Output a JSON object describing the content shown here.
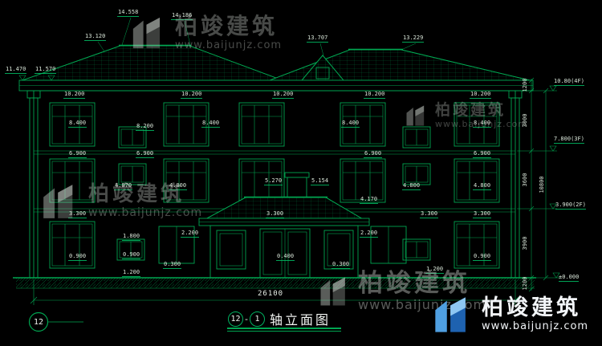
{
  "brand": {
    "name": "柏竣建筑",
    "url": "www.baijunjz.com"
  },
  "colors": {
    "line": "#00a651",
    "text": "#d9e6d9",
    "logo_blue": "#1e62b0"
  },
  "drawing": {
    "labels": [
      "14.558",
      "14.186",
      "13.120",
      "13.707",
      "13.229",
      "11.470",
      "11.570",
      "10.200",
      "10.200",
      "10.200",
      "10.200",
      "10.200",
      "8.400",
      "8.200",
      "8.400",
      "8.400",
      "8.400",
      "6.900",
      "6.900",
      "6.900",
      "6.900",
      "4.870",
      "4.800",
      "4.800",
      "4.800",
      "5.270",
      "5.154",
      "4.170",
      "3.300",
      "3.300",
      "3.300",
      "3.300",
      "2.200",
      "2.200",
      "1.800",
      "0.900",
      "0.900",
      "0.900",
      "1.200",
      "1.200",
      "0.400",
      "0.300",
      "0.300"
    ],
    "total_width": "26100",
    "levels": [
      "10.80(4F)",
      "7.800(3F)",
      "3.900(2F)",
      "±0.000"
    ],
    "vchain": [
      "1200",
      "3000",
      "3600",
      "3900",
      "1200"
    ],
    "vtotal": "10800"
  },
  "titleblock": {
    "bubble": "12",
    "axis_start": "12",
    "dash": "-",
    "axis_end": "1",
    "title": "轴立面图"
  }
}
